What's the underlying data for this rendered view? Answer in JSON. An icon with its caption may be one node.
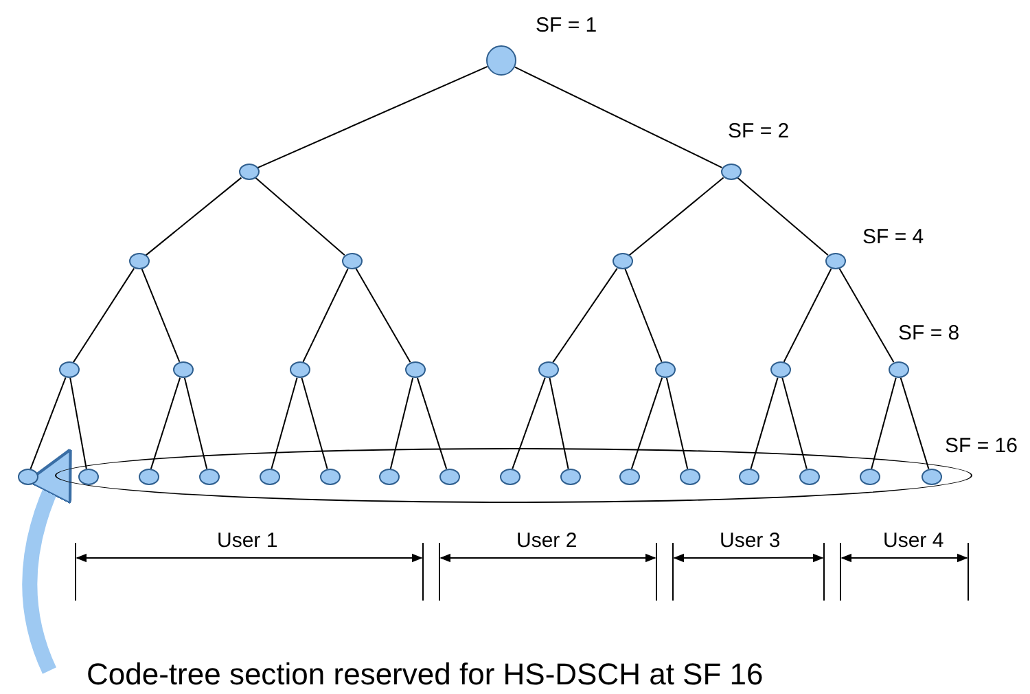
{
  "diagram": {
    "nodes": [
      {
        "text": [],
        "shape": "circle"
      },
      {
        "text": [],
        "shape": "circle"
      },
      {
        "text": [],
        "shape": "circle"
      },
      {
        "text": [],
        "shape": "circle"
      },
      {
        "text": [],
        "shape": "circle"
      },
      {
        "text": [],
        "shape": "circle"
      },
      {
        "text": [],
        "shape": "circle"
      },
      {
        "text": [],
        "shape": "circle"
      },
      {
        "text": [],
        "shape": "circle"
      },
      {
        "text": [],
        "shape": "circle"
      },
      {
        "text": [],
        "shape": "circle"
      },
      {
        "text": [],
        "shape": "circle"
      },
      {
        "text": [],
        "shape": "circle"
      },
      {
        "text": [],
        "shape": "circle"
      },
      {
        "text": [],
        "shape": "circle"
      },
      {
        "text": [],
        "shape": "circle"
      },
      {
        "text": [],
        "shape": "circle",
        "in": 31
      },
      {
        "text": [],
        "shape": "circle",
        "in": 31
      },
      {
        "text": [],
        "shape": "circle",
        "in": 31
      },
      {
        "text": [],
        "shape": "circle",
        "in": 31
      },
      {
        "text": [],
        "shape": "circle",
        "in": 31
      },
      {
        "text": [],
        "shape": "circle",
        "in": 31
      },
      {
        "text": [],
        "shape": "circle",
        "in": 31
      },
      {
        "text": [],
        "shape": "circle",
        "in": 31
      },
      {
        "text": [],
        "shape": "circle",
        "in": 31
      },
      {
        "text": [],
        "shape": "circle",
        "in": 31
      },
      {
        "text": [],
        "shape": "circle",
        "in": 31
      },
      {
        "text": [],
        "shape": "circle",
        "in": 31
      },
      {
        "text": [],
        "shape": "circle",
        "in": 31
      },
      {
        "text": [],
        "shape": "circle",
        "in": 31
      },
      {
        "text": [],
        "shape": "circle",
        "in": 31
      },
      {
        "text": [],
        "shape": "ellipse"
      }
    ],
    "edges": [
      {
        "from": 0,
        "to": 1,
        "arrow": "none"
      },
      {
        "from": 0,
        "to": 2,
        "arrow": "none"
      },
      {
        "from": 1,
        "to": 3,
        "arrow": "none"
      },
      {
        "from": 1,
        "to": 4,
        "arrow": "none"
      },
      {
        "from": 2,
        "to": 5,
        "arrow": "none"
      },
      {
        "from": 2,
        "to": 6,
        "arrow": "none"
      },
      {
        "from": 3,
        "to": 7,
        "arrow": "none"
      },
      {
        "from": 3,
        "to": 8,
        "arrow": "none"
      },
      {
        "from": 4,
        "to": 9,
        "arrow": "none"
      },
      {
        "from": 4,
        "to": 10,
        "arrow": "none"
      },
      {
        "from": 5,
        "to": 11,
        "arrow": "none"
      },
      {
        "from": 5,
        "to": 12,
        "arrow": "none"
      },
      {
        "from": 6,
        "to": 13,
        "arrow": "none"
      },
      {
        "from": 6,
        "to": 14,
        "arrow": "none"
      },
      {
        "from": 7,
        "to": 15,
        "arrow": "none"
      },
      {
        "from": 7,
        "to": 16,
        "arrow": "none"
      },
      {
        "from": 8,
        "to": 17,
        "arrow": "none"
      },
      {
        "from": 8,
        "to": 18,
        "arrow": "none"
      },
      {
        "from": 9,
        "to": 19,
        "arrow": "none"
      },
      {
        "from": 9,
        "to": 20,
        "arrow": "none"
      },
      {
        "from": 10,
        "to": 21,
        "arrow": "none"
      },
      {
        "from": 10,
        "to": 22,
        "arrow": "none"
      },
      {
        "from": 11,
        "to": 23,
        "arrow": "none"
      },
      {
        "from": 11,
        "to": 24,
        "arrow": "none"
      },
      {
        "from": 12,
        "to": 25,
        "arrow": "none"
      },
      {
        "from": 12,
        "to": 26,
        "arrow": "none"
      },
      {
        "from": 13,
        "to": 27,
        "arrow": "none"
      },
      {
        "from": 13,
        "to": 28,
        "arrow": "none"
      },
      {
        "from": 14,
        "to": 29,
        "arrow": "none"
      },
      {
        "from": 14,
        "to": 30,
        "arrow": "none"
      },
      {
        "from": null,
        "to": 31,
        "arrow": "to",
        "style": "thick",
        "color": "#9ec9f2"
      }
    ],
    "labels": [
      "SF = 1",
      "SF = 2",
      "SF = 4",
      "SF = 8",
      "SF = 16",
      "User 1",
      "User 2",
      "User 3",
      "User 4",
      "Code-tree section reserved for HS-DSCH at SF 16"
    ]
  }
}
